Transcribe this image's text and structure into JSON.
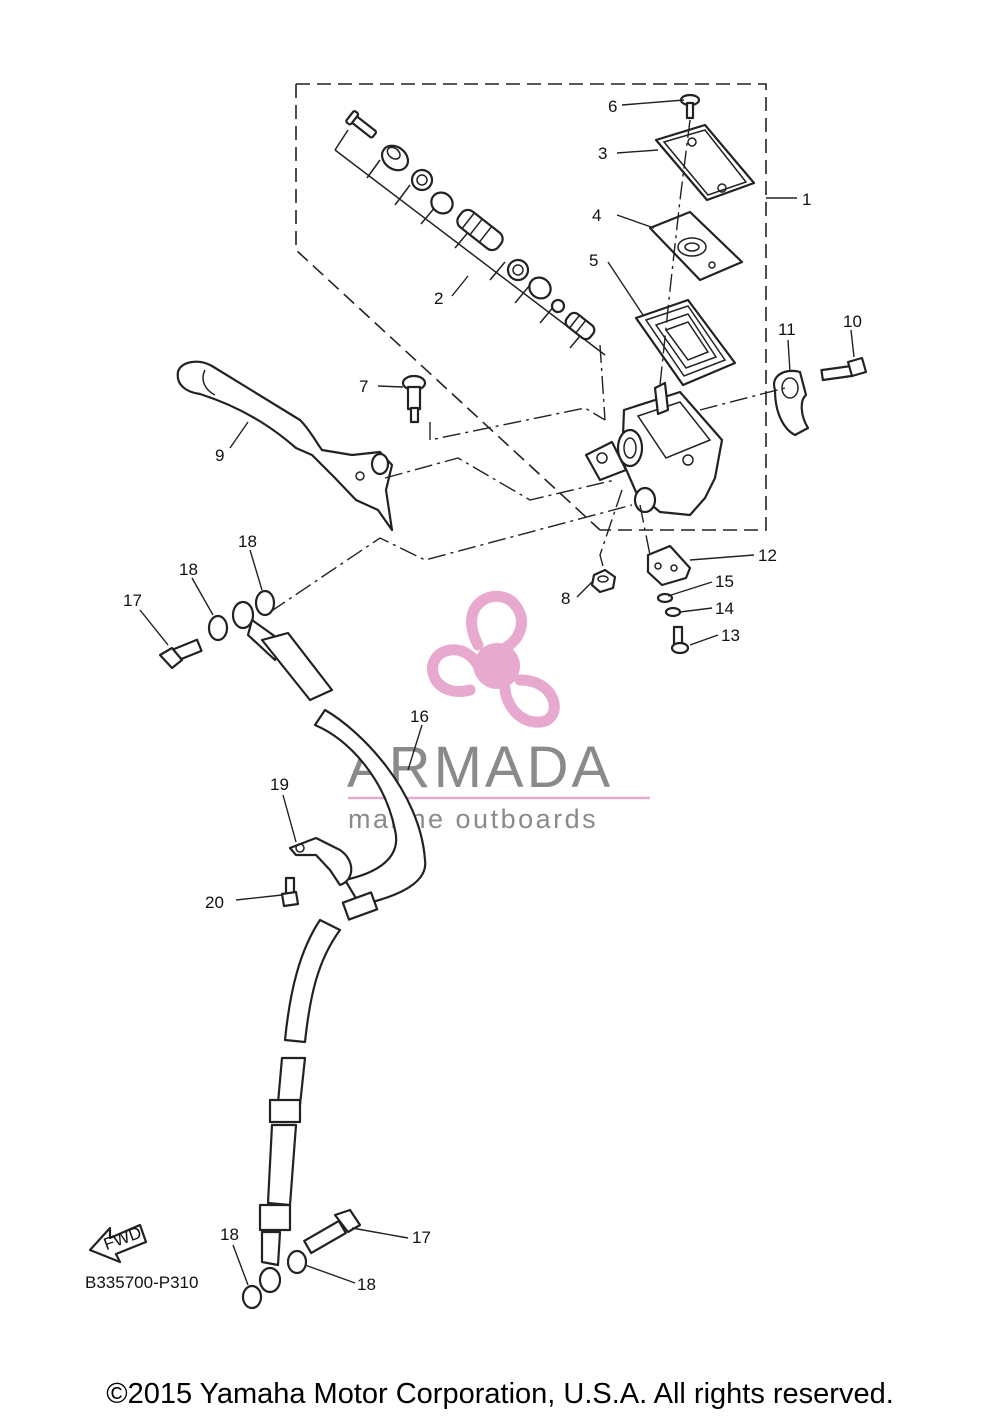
{
  "callouts": [
    "1",
    "2",
    "3",
    "4",
    "5",
    "6",
    "7",
    "8",
    "9",
    "10",
    "11",
    "12",
    "13",
    "14",
    "15",
    "16",
    "17",
    "17",
    "18",
    "18",
    "18",
    "18",
    "19",
    "20"
  ],
  "fwd_label": "FWD",
  "diagram_ref": "B335700-P310",
  "watermark": {
    "title": "ARMADA",
    "subtitle": "marine outboards",
    "pink": "#e8a9cf",
    "gray": "#8a8a8a"
  },
  "copyright": "©2015 Yamaha Motor Corporation, U.S.A. All rights reserved."
}
